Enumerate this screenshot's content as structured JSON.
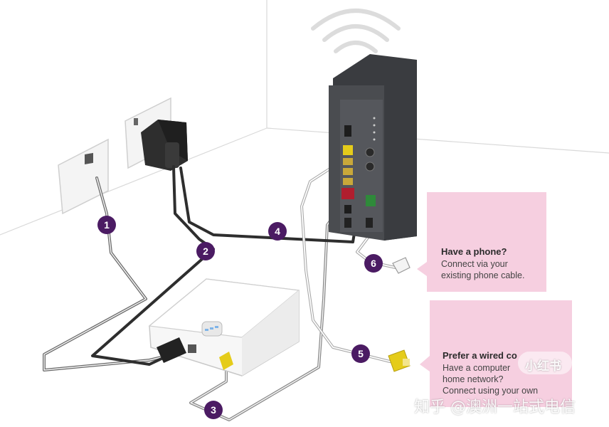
{
  "steps": [
    "1",
    "2",
    "3",
    "4",
    "5",
    "6"
  ],
  "phone_callout": {
    "title": "Have a phone?",
    "line1": "Connect via your",
    "line2": "existing phone cable."
  },
  "wired_callout": {
    "title": "Prefer a wired co",
    "line1": "Have a computer",
    "line2": "home network?",
    "line3": "Connect using your own"
  },
  "watermark": {
    "badge": "小红书",
    "caption": "知乎 @澳洲一站式电信"
  },
  "colors": {
    "step_badge": "#4b1b63",
    "callout_bg": "#f6cfe0",
    "cable_dark": "#333333",
    "cable_yellow": "#e5cc1a",
    "cable_red": "#b01e2e",
    "router_body": "#4a4c50"
  }
}
